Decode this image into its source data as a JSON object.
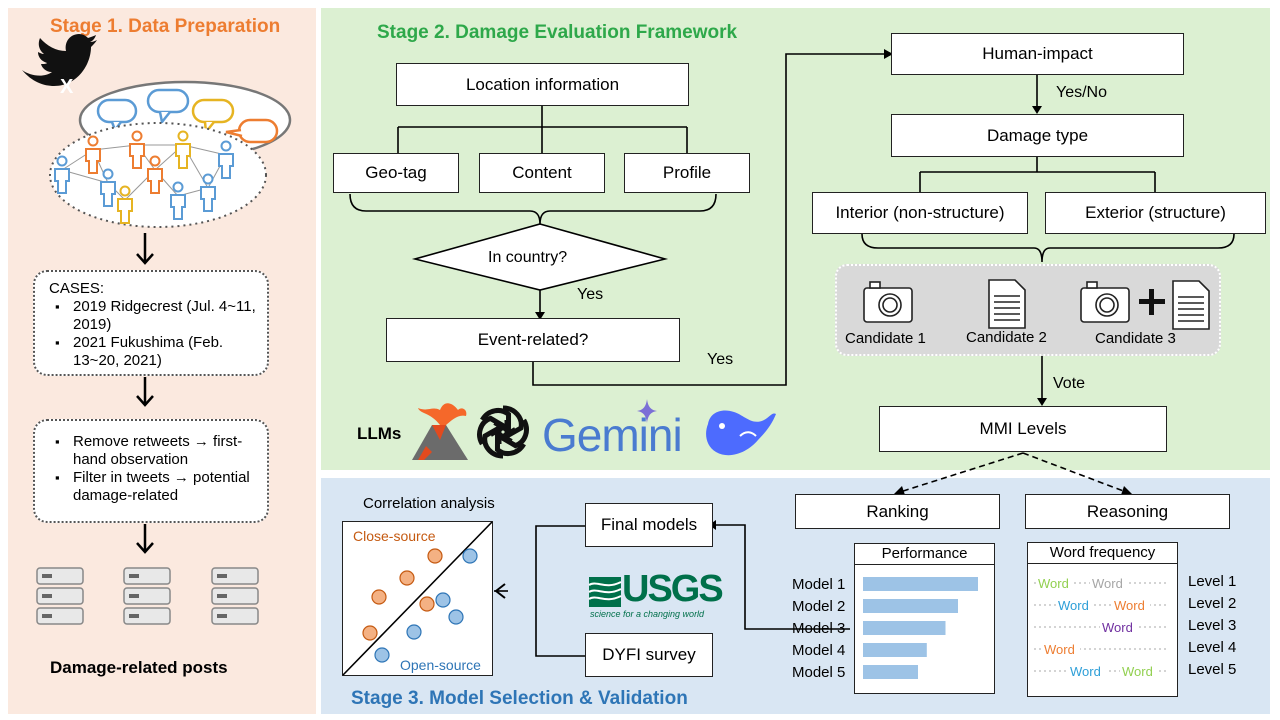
{
  "stage1": {
    "title": "Stage 1. Data Preparation",
    "x_logo": "X",
    "cases_title": "CASES:",
    "cases": [
      "2019 Ridgecrest (Jul. 4~11, 2019)",
      "2021 Fukushima (Feb. 13~20, 2021)"
    ],
    "steps": [
      "Remove retweets → first-hand observation",
      "Filter in tweets → potential damage-related"
    ],
    "output_label": "Damage-related posts"
  },
  "stage2": {
    "title": "Stage 2. Damage Evaluation Framework",
    "location": "Location information",
    "geo_tag": "Geo-tag",
    "content": "Content",
    "profile": "Profile",
    "in_country": "In country?",
    "yes1": "Yes",
    "event_related": "Event-related?",
    "yes2": "Yes",
    "human_impact": "Human-impact",
    "yes_no": "Yes/No",
    "damage_type": "Damage type",
    "interior": "Interior (non-structure)",
    "exterior": "Exterior (structure)",
    "candidates": [
      "Candidate 1",
      "Candidate 2",
      "Candidate 3"
    ],
    "vote": "Vote",
    "mmi": "MMI Levels",
    "llms_label": "LLMs",
    "gemini": "Gemini"
  },
  "stage3": {
    "title": "Stage 3. Model Selection & Validation",
    "ranking": "Ranking",
    "reasoning": "Reasoning",
    "performance_title": "Performance",
    "models": [
      "Model 1",
      "Model 2",
      "Model 3",
      "Model 4",
      "Model 5"
    ],
    "performance_values": [
      0.92,
      0.76,
      0.66,
      0.51,
      0.44
    ],
    "word_freq_title": "Word frequency",
    "levels": [
      "Level 1",
      "Level 2",
      "Level 3",
      "Level 4",
      "Level 5"
    ],
    "word": "Word",
    "final_models": "Final models",
    "dyfi": "DYFI survey",
    "usgs": "USGS",
    "usgs_tagline": "science for a changing world",
    "correlation": "Correlation analysis",
    "close_source": "Close-source",
    "open_source": "Open-source"
  },
  "colors": {
    "stage1_bg": "#fbe9df",
    "stage2_bg": "#dcf0d2",
    "stage3_bg": "#d9e6f3",
    "stage1_title": "#ed7d31",
    "stage2_title": "#2ea84a",
    "stage3_title": "#2e75b6",
    "orange_dot": "#f4b183",
    "blue_dot": "#9dc3e6",
    "bar": "#9dc3e6"
  }
}
